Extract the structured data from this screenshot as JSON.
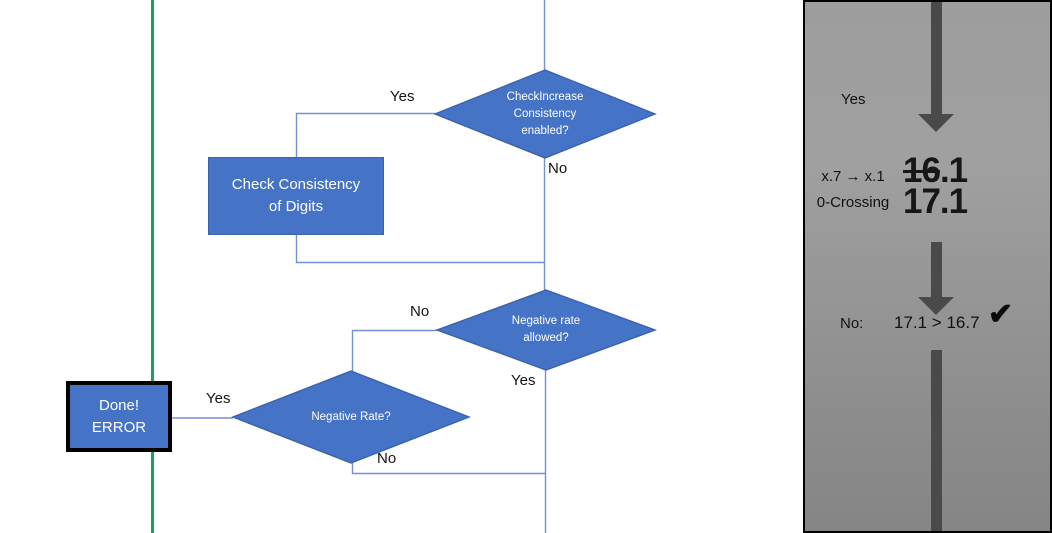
{
  "colors": {
    "shape_blue": "#4573C6",
    "shape_border_blue": "#3A62AE",
    "connector_blue": "#7291CF",
    "green_line": "#14A45A",
    "panel_gray_top": "#9d9d9d",
    "panel_gray_bottom": "#858585",
    "arrow_gray": "#4A4A4A"
  },
  "flowchart": {
    "decision_check_increase": {
      "lines": [
        "CheckIncrease",
        "Consistency",
        "enabled?"
      ]
    },
    "process_check_consistency": {
      "lines": [
        "Check Consistency",
        "of Digits"
      ]
    },
    "decision_negative_allowed": {
      "lines": [
        "Negative rate",
        "allowed?"
      ]
    },
    "decision_negative_rate": {
      "lines": [
        "Negative Rate?"
      ]
    },
    "terminator_done": {
      "lines": [
        "Done!",
        "ERROR"
      ]
    },
    "labels": {
      "yes_top": "Yes",
      "no_top": "No",
      "no_mid": "No",
      "yes_mid": "Yes",
      "yes_done": "Yes",
      "no_bottom": "No"
    }
  },
  "panel": {
    "yes_label": "Yes",
    "rule_line1": "x.7 → x.1",
    "rule_line2": "0-Crossing",
    "old_value_struck": "16",
    "old_value_rest": ".1",
    "new_value": "17.1",
    "no_label": "No:",
    "comparison": "17.1 > 16.7",
    "check_mark": "✔"
  }
}
